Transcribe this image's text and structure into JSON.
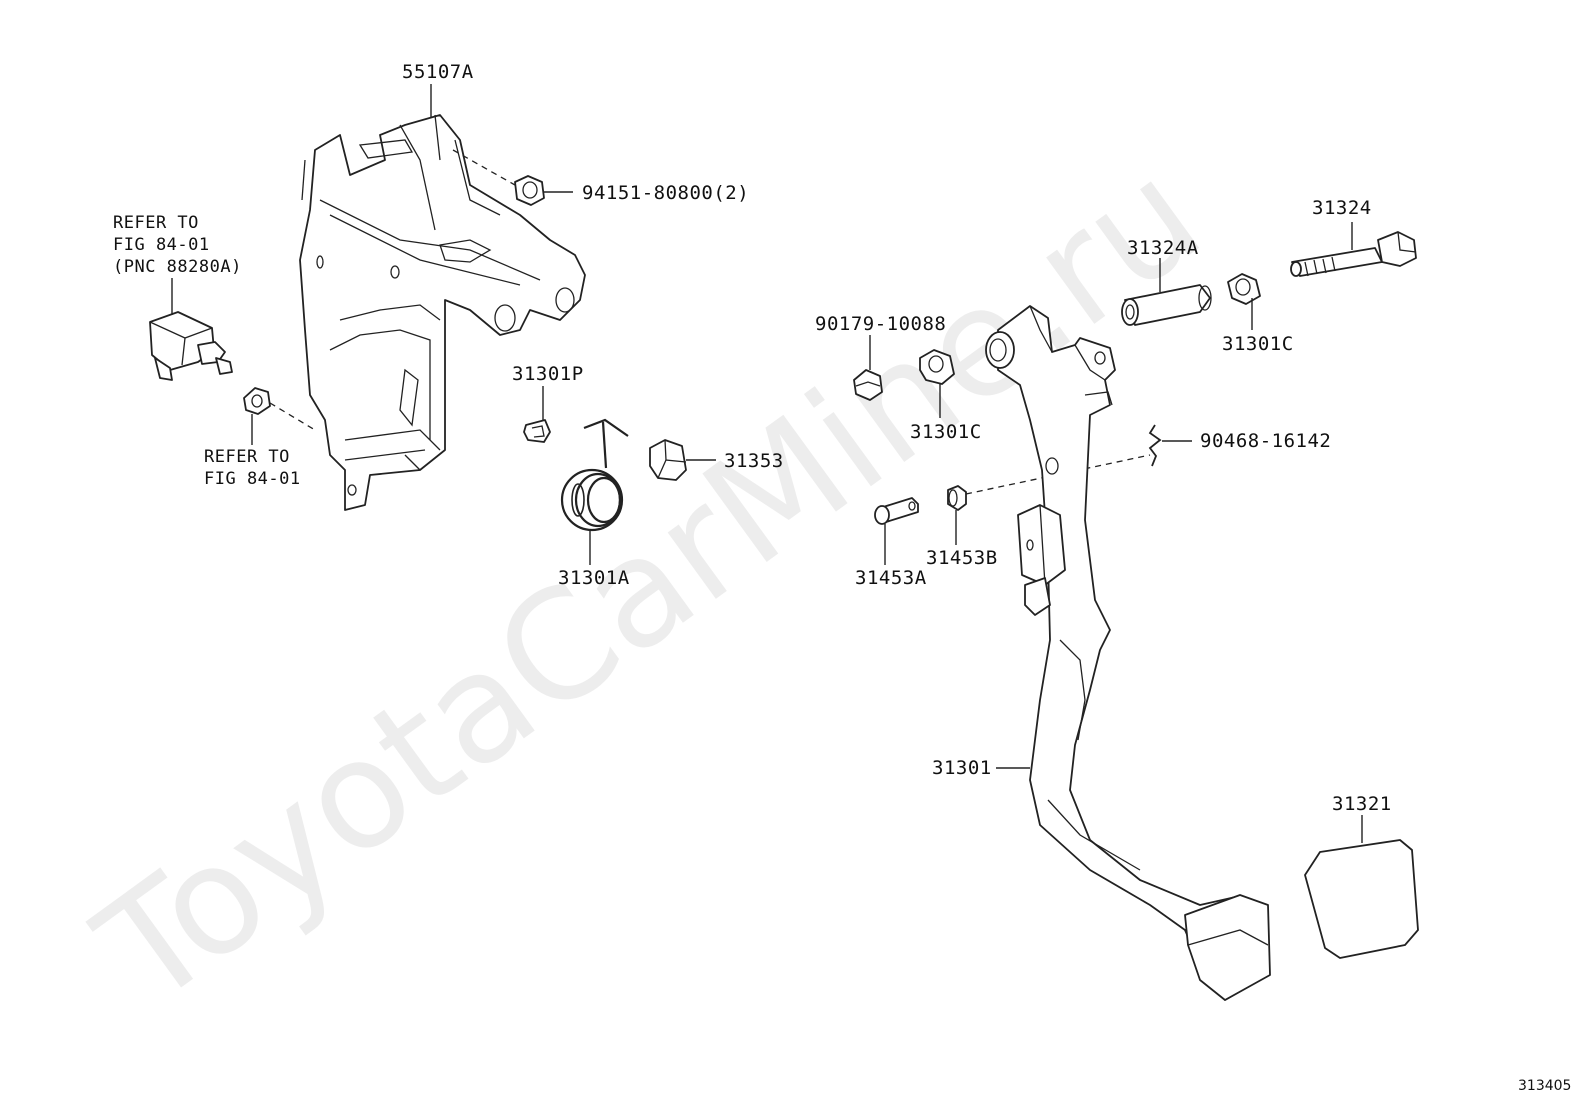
{
  "watermark": "ToyotaCarMine.ru",
  "figure_number": "313405",
  "labels": {
    "bracket": "55107A",
    "nut_bracket": "94151-80800(2)",
    "refer1_line1": "REFER TO",
    "refer1_line2": "FIG 84-01",
    "refer1_line3": "(PNC 88280A)",
    "refer2_line1": "REFER TO",
    "refer2_line2": "FIG 84-01",
    "clip": "31301P",
    "spring": "31301A",
    "cushion": "31353",
    "small_nut": "90179-10088",
    "collar_left": "31301C",
    "collar_right": "31301C",
    "bushing": "31324A",
    "bolt": "31324",
    "clip_pin": "90468-16142",
    "pin": "31453A",
    "pin_bushing": "31453B",
    "pedal_arm": "31301",
    "pedal_pad": "31321"
  }
}
